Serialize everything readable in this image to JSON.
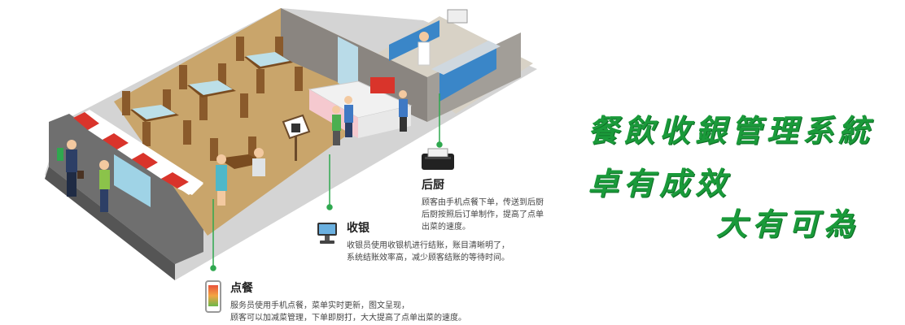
{
  "slogan": {
    "line1": "餐飲收銀管理系統",
    "line2": "卓有成效",
    "line3": "大有可為",
    "color": "#1a9a3a"
  },
  "callouts": {
    "kitchen": {
      "title": "后厨",
      "desc_line1": "顾客由手机点餐下单，传送到后厨",
      "desc_line2": "后厨按照后订单制作，提高了点单",
      "desc_line3": "出菜的速度。",
      "icon": "receipt-printer-icon"
    },
    "cashier": {
      "title": "收银",
      "desc_line1": "收银员使用收银机进行结账，账目清晰明了，",
      "desc_line2": "系统结账效率高，减少顾客结账的等待时间。",
      "icon": "pos-terminal-icon"
    },
    "order": {
      "title": "点餐",
      "desc_line1": "服务员使用手机点餐，菜单实时更新，图文呈现，",
      "desc_line2": "顾客可以加减菜管理，下单即厨打，大大提高了点单出菜的速度。",
      "icon": "mobile-phone-icon"
    }
  },
  "colors": {
    "floor": "#c9a56b",
    "wall": "#8a8580",
    "awning_red": "#d9342b",
    "counter": "#e8e8e8",
    "accent_green": "#2fa84f"
  }
}
